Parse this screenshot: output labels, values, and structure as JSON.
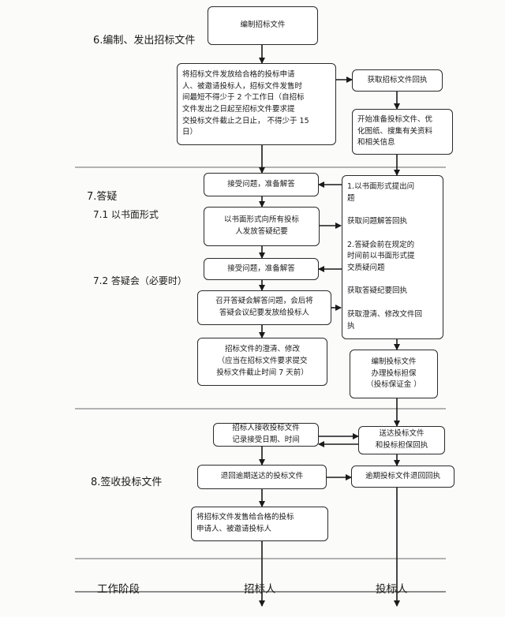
{
  "stages": {
    "s6": "6.编制、发出招标文件",
    "s7": "7.答疑",
    "s71": "7.1 以书面形式",
    "s72": "7.2 答疑会（必要时）",
    "s8": "8.签收投标文件"
  },
  "boxes": {
    "b1": "编制招标文件",
    "b2": "将招标文件发放给合格的投标申请\n人、被邀请投标人，招标文件发售时\n间最短不得少于    2 个工作日（自招标\n文件发出之日起至招标文件要求提\n交投标文件截止之日止，   不得少于   15\n日）",
    "b3": "获取招标文件回执",
    "b4": "开始准备投标文件、优\n化图纸、搜集有关资料\n和相关信息",
    "b5": "接受问题，准备解答",
    "b6": "以书面形式向所有投标\n人发放答疑纪要",
    "b7": "接受问题，准备解答",
    "b8": "召开答疑会解答问题，会后将\n答疑会议纪要发放给投标人",
    "b9": "招标文件的澄清、修改\n（应当在招标文件要求提交\n投标文件截止时间     7 天前）",
    "b10": "1.以书面形式提出问\n   题\n\n获取问题解答回执\n\n2.答疑会前在规定的\n时间前以书面形式提\n交质疑问题\n\n获取答疑纪要回执\n\n获取澄清、修改文件回\n执",
    "b11": "编制投标文件\n办理投标担保\n（投标保证金  ）",
    "b12": "招标人接收投标文件\n记录接受日期、时间",
    "b13": "送达投标文件\n和投标担保回执",
    "b14": "退回逾期送达的投标文件",
    "b15": "逾期投标文件退回回执",
    "b16": "将招标文件发售给合格的投标\n申请人、被邀请投标人"
  },
  "footer": {
    "phase": "工作阶段",
    "tenderer": "招标人",
    "bidder": "投标人"
  }
}
